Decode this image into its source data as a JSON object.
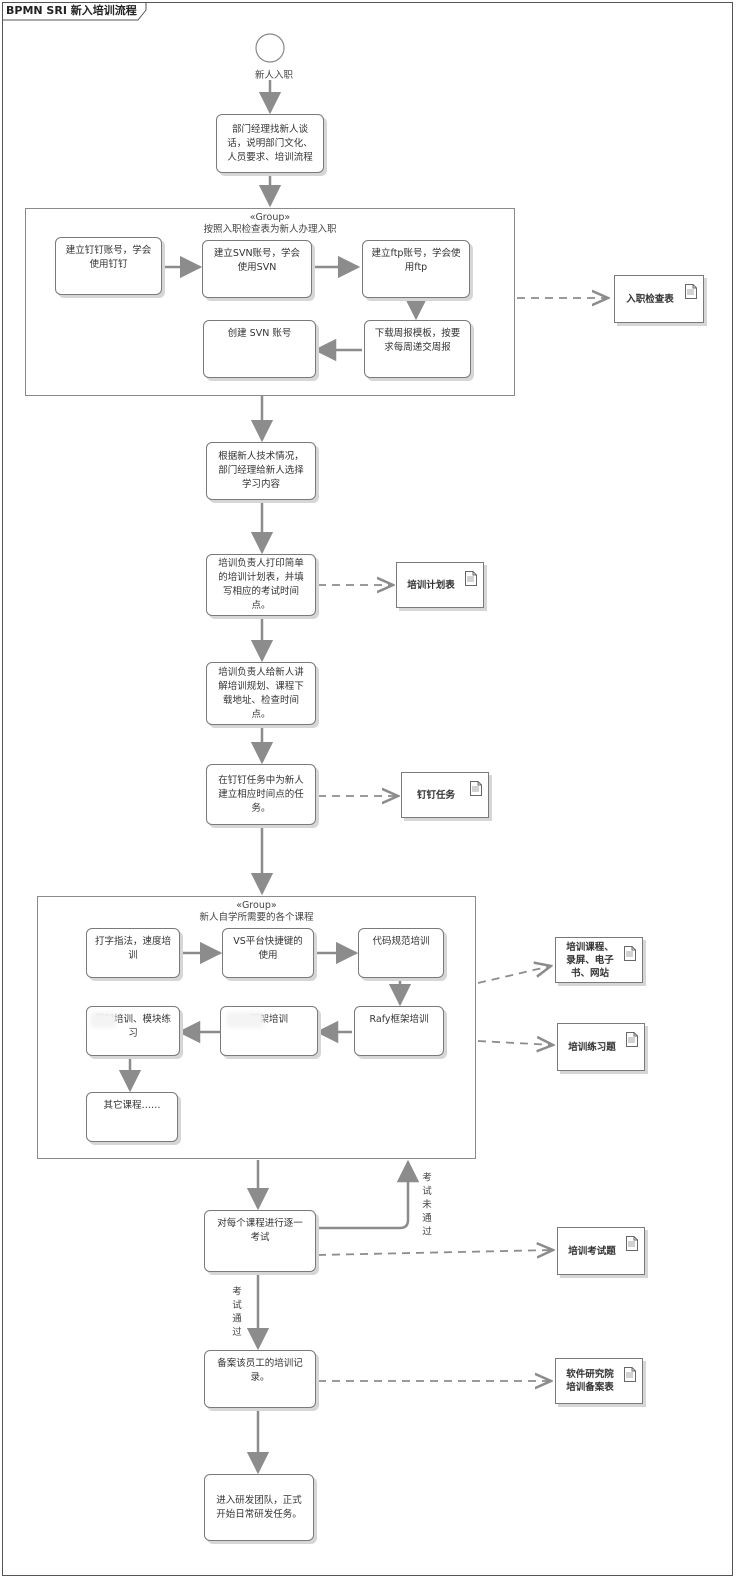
{
  "title": "BPMN SRI 新入培训流程",
  "start_event": {
    "label": "新人入职"
  },
  "tasks": {
    "t1": "部门经理找新人谈话，说明部门文化、人员要求、培训流程",
    "g1_a": "建立钉钉账号，学会使用钉钉",
    "g1_b": "建立SVN账号，学会使用SVN",
    "g1_c": "建立ftp账号，学会使用ftp",
    "g1_d": "下载周报模板，按要求每周递交周报",
    "g1_e": "创建 SVN 账号",
    "t2": "根据新人技术情况，部门经理给新人选择学习内容",
    "t3": "培训负责人打印简单的培训计划表，并填写相应的考试时间点。",
    "t4": "培训负责人给新人讲解培训规划、课程下载地址、检查时间点。",
    "t5": "在钉钉任务中为新人建立相应时间点的任务。",
    "g2_a": "打字指法，速度培训",
    "g2_b": "VS平台快捷键的使用",
    "g2_c": "代码规范培训",
    "g2_d": "Rafy框架培训",
    "g2_e": "框架培训",
    "g2_f": "框架培训、模块练习",
    "g2_g": "其它课程……",
    "t6": "对每个课程进行逐一考试",
    "t7": "备案该员工的培训记录。",
    "t8": "进入研发团队，正式开始日常研发任务。"
  },
  "groups": {
    "g1": {
      "stereotype": "«Group»",
      "label": "按照入职检查表为新人办理入职"
    },
    "g2": {
      "stereotype": "«Group»",
      "label": "新人自学所需要的各个课程"
    }
  },
  "artifacts": {
    "a1": "入职检查表",
    "a2": "培训计划表",
    "a3": "钉钉任务",
    "a4": "培训课程、录屏、电子书、网站",
    "a5": "培训练习题",
    "a6": "培训考试题",
    "a7": "软件研究院培训备案表"
  },
  "flow_labels": {
    "fail": "考试未通过",
    "pass": "考试通过"
  },
  "icons": [
    "document-icon"
  ],
  "colors": {
    "line": "#8c8c8c",
    "border": "#7a7a7a",
    "shadow": "#d6d6d6"
  }
}
